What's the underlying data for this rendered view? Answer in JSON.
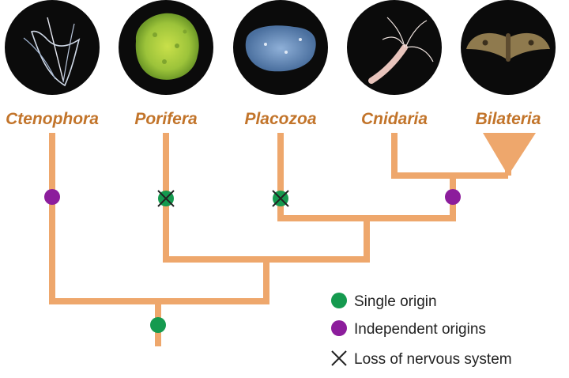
{
  "colors": {
    "branch": "#eea76c",
    "label": "#c2742a",
    "single_origin": "#159a4f",
    "independent_origin": "#8c1d9c",
    "loss_mark": "#222222",
    "photo_bg": "#0b0b0b"
  },
  "taxa": [
    {
      "name": "Ctenophora",
      "photo": "comb-jelly-photo",
      "markers": [
        "independent_origin"
      ]
    },
    {
      "name": "Porifera",
      "photo": "sponge-photo",
      "markers": [
        "single_origin",
        "loss"
      ]
    },
    {
      "name": "Placozoa",
      "photo": "placozoan-photo",
      "markers": [
        "single_origin",
        "loss"
      ]
    },
    {
      "name": "Cnidaria",
      "photo": "hydra-photo",
      "markers": []
    },
    {
      "name": "Bilateria",
      "photo": "moth-photo",
      "markers": []
    }
  ],
  "internal_markers": {
    "root": "single_origin",
    "cnidaria_bilateria_stem": "independent_origin"
  },
  "legend": {
    "single_origin": "Single origin",
    "independent_origins": "Independent origins",
    "loss": "Loss of nervous system"
  }
}
